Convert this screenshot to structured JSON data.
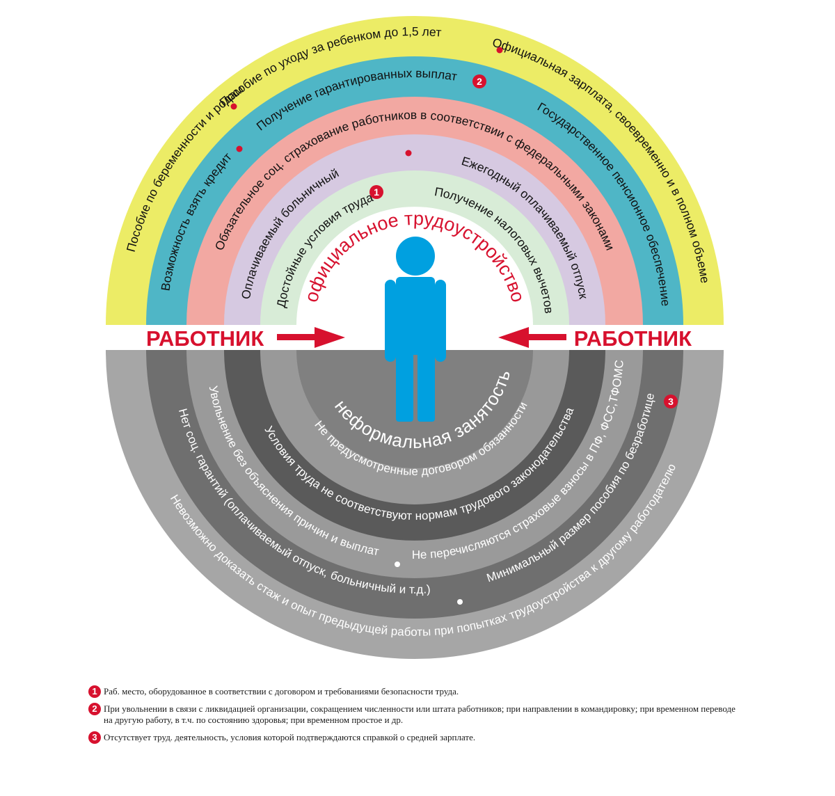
{
  "colors": {
    "yellow": "#ecec66",
    "teal": "#4fb6c6",
    "pink": "#f2a8a2",
    "lavender": "#d6c9e1",
    "mint": "#d8ecd7",
    "red": "#d7112e",
    "figure": "#00a0e0",
    "gray_outer": "#a6a6a6",
    "gray_2": "#6f6f6f",
    "gray_3": "#9a9a9a",
    "gray_4": "#5a5a5a",
    "gray_center": "#808080"
  },
  "upper": {
    "title": "официальное трудоустройство",
    "badge1": "1",
    "badge2": "2",
    "ring1": {
      "left": "Пособие по беременности и родам",
      "top": "Пособие по уходу за ребенком до 1,5 лет",
      "right": "Официальная зарплата, своевременно и в полном объеме"
    },
    "ring2": {
      "left": "Возможность взять кредит",
      "top": "Получение гарантированных выплат",
      "right": "Государственное  пенсионное обеспечение"
    },
    "ring3": {
      "text": "Обязательное соц. страхование работников в соответствии с федеральными законами"
    },
    "ring4": {
      "left": "Оплачиваемый больничный",
      "right": "Ежегодный оплачиваемый отпуск"
    },
    "ring5": {
      "left": "Достойные условия труда",
      "right": "Получение налоговых вычетов"
    }
  },
  "middle": {
    "left_label": "РАБОТНИК",
    "right_label": "РАБОТНИК"
  },
  "lower": {
    "title": "неформальная занятость",
    "badge3": "3",
    "ring1": "Невозможно доказать стаж и опыт предыдущей работы при попытках трудоустройства к другому работодателю",
    "ring2": {
      "left": "Нет соц. гарантий (оплачиваемый отпуск, больничный и т.д.)",
      "right": "Минимальный размер пособия по безработице"
    },
    "ring3": {
      "left": "Увольнение без объяснения причин и выплат",
      "right": "Не перечисляются страховые взносы в ПФ, ФСС,ТФОМС"
    },
    "ring4": "Условия труда не соответствуют нормам трудового законодательства",
    "ring5": "Не предусмотренные договором обязанности"
  },
  "notes": [
    {
      "badge": "1",
      "text": "Раб. место, оборудованное в соответствии с договором и требованиями безопасности труда."
    },
    {
      "badge": "2",
      "text": "При увольнении в связи с ликвидацией организации, сокращением численности или штата работников; при направлении в командировку; при временном  переводе  на другую работу, в т.ч. по состоянию здоровья; при временном простое и  др."
    },
    {
      "badge": "3",
      "text": "Отсутствует труд. деятельность, условия которой подтверждаются справкой о средней зарплате."
    }
  ]
}
